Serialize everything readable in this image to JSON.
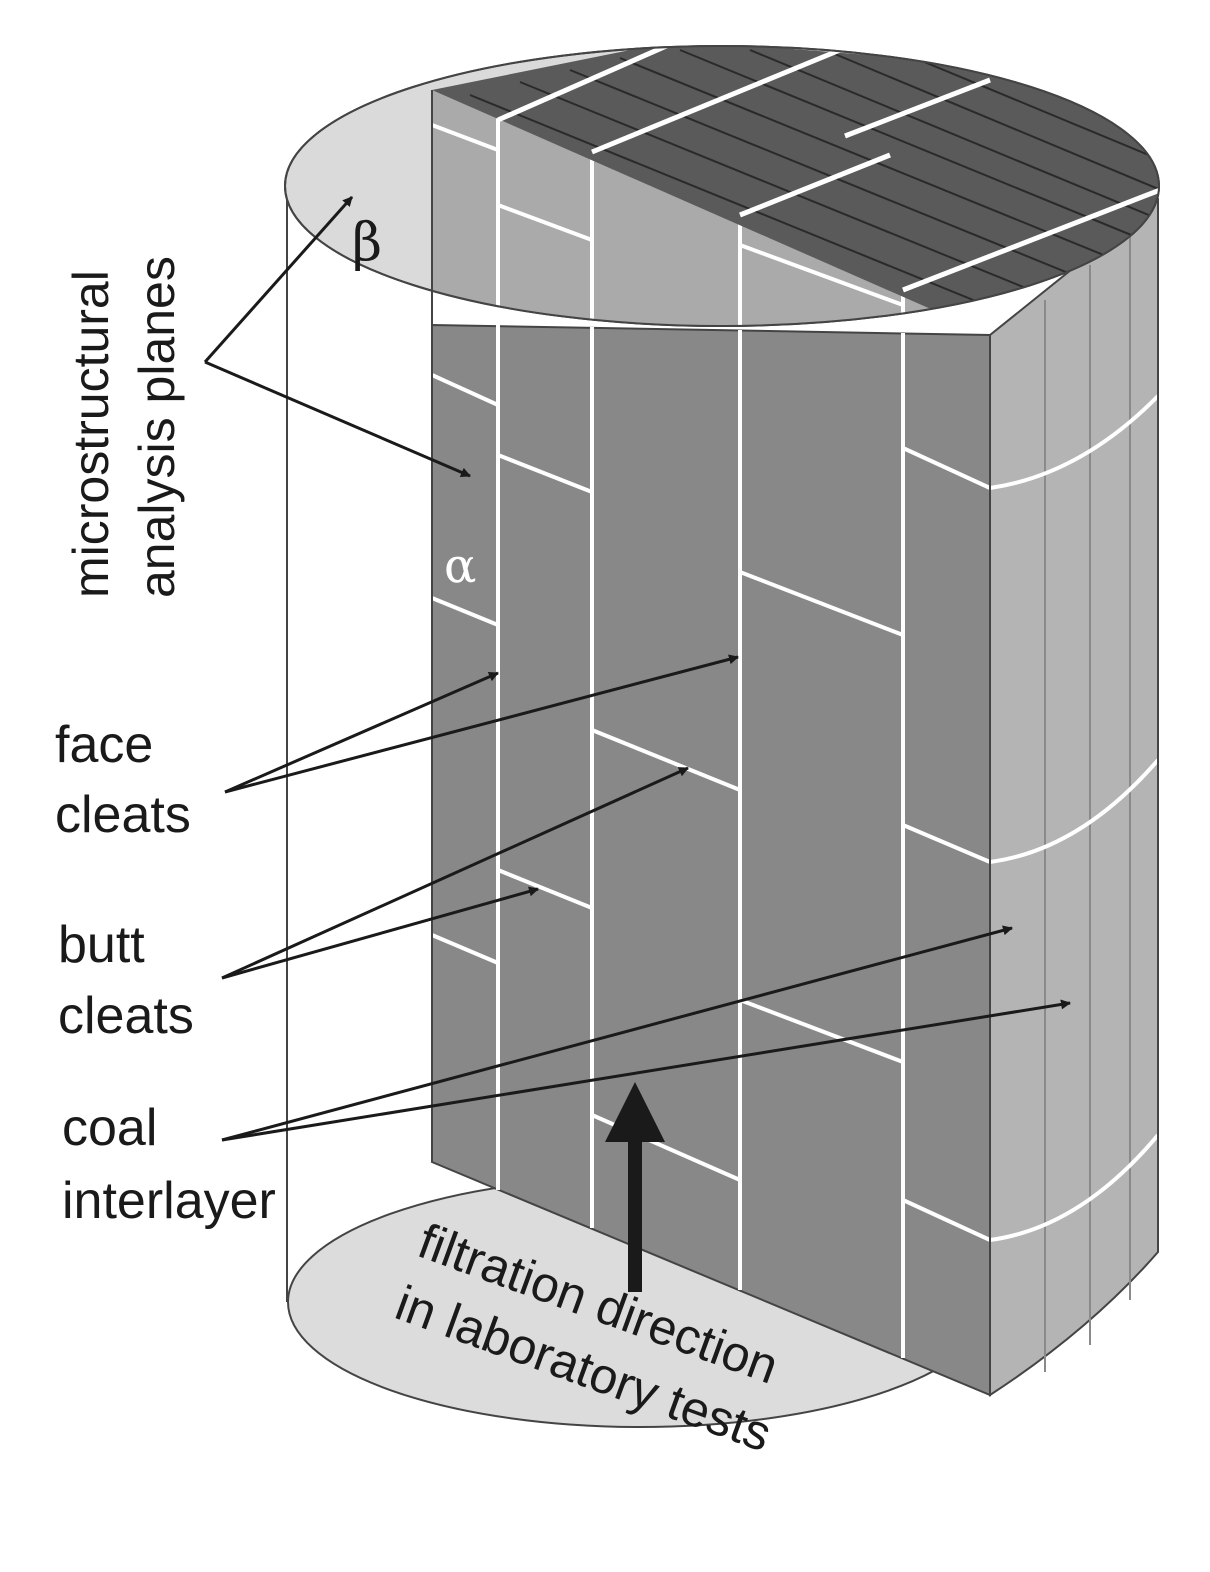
{
  "diagram": {
    "labels": {
      "planes_line1": "microstructural",
      "planes_line2": "analysis planes",
      "face_line1": "face",
      "face_line2": "cleats",
      "butt_line1": "butt",
      "butt_line2": "cleats",
      "coal_line1": "coal",
      "coal_line2": "interlayer",
      "filtration_line1": "filtration direction",
      "filtration_line2": "in laboratory tests"
    },
    "symbols": {
      "alpha": "α",
      "beta": "β"
    },
    "colors": {
      "block_dark": "#888888",
      "block_top": "#5a5a5a",
      "cylinder_side": "#b4b4b4",
      "plane_fill": "#d9d9d9",
      "cleat_line": "#ffffff",
      "ink": "#1a1a1a"
    }
  }
}
